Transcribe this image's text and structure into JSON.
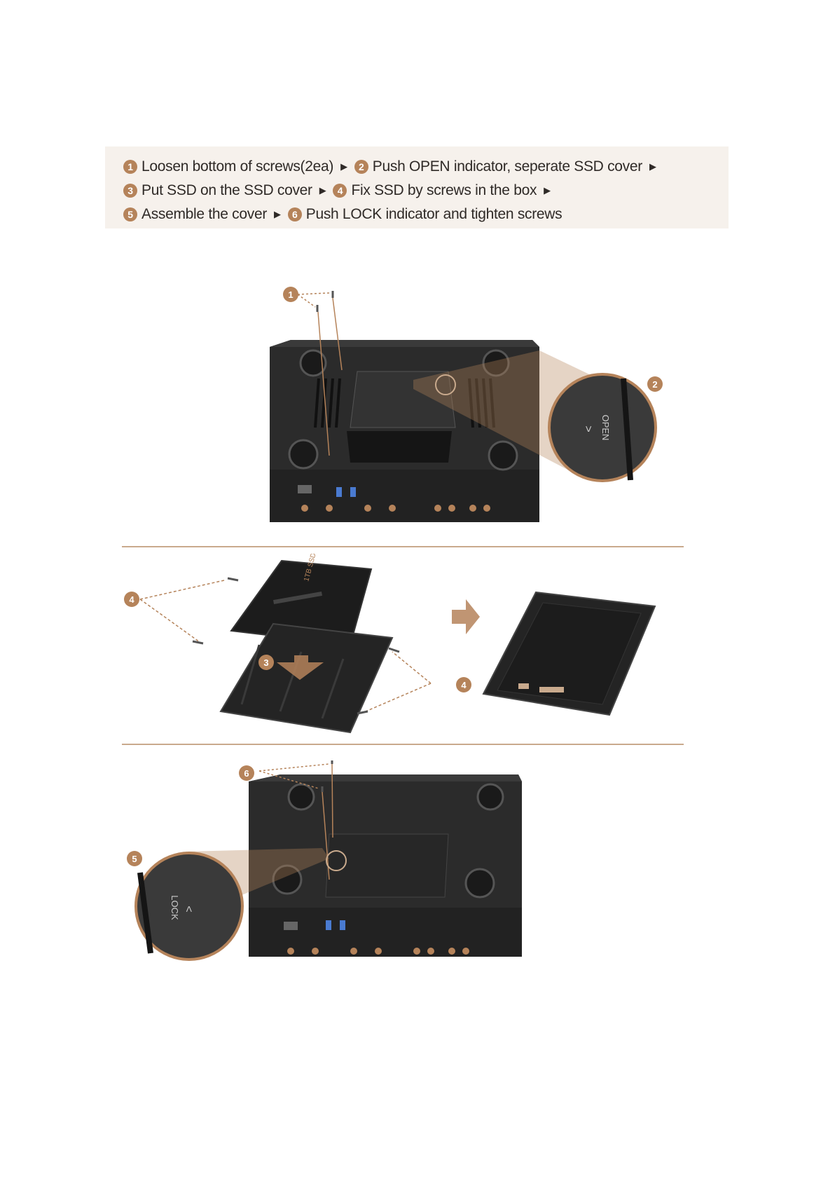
{
  "steps": [
    {
      "badge": "1",
      "text": "Loosen bottom of screws(2ea)"
    },
    {
      "badge": "2",
      "text": "Push OPEN indicator, seperate SSD cover"
    },
    {
      "badge": "3",
      "text": "Put SSD on the SSD cover"
    },
    {
      "badge": "4",
      "text": "Fix SSD by screws in the box"
    },
    {
      "badge": "5",
      "text": "Assemble the cover"
    },
    {
      "badge": "6",
      "text": "Push LOCK indicator and tighten screws"
    }
  ],
  "zoom_open_label": "OPEN",
  "zoom_lock_label": "LOCK",
  "ssd_label": "1TB SSD",
  "colors": {
    "accent": "#b5835a",
    "panel": "#f6f1ec",
    "device": "#2b2b2b",
    "divider": "#c9aa8d"
  },
  "icons": [
    "triangle-right-icon",
    "arrow-right-icon",
    "arrow-down-icon"
  ]
}
